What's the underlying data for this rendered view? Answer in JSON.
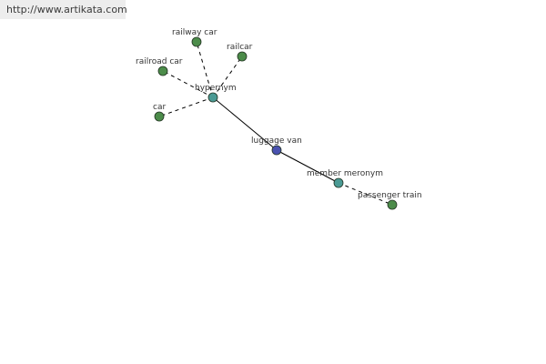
{
  "banner": {
    "url": "http://www.artikata.com"
  },
  "graph": {
    "colors": {
      "center_node": "#4a52b0",
      "relation_node": "#4a9a94",
      "leaf_node": "#4c8c4a",
      "node_stroke": "#223322",
      "edge": "#000000"
    },
    "center": {
      "id": "center",
      "label": "luggage van",
      "kind": "center"
    },
    "relations": [
      {
        "id": "hypernym",
        "label": "hypernym",
        "kind": "relation",
        "edge_style": "solid"
      },
      {
        "id": "member-meronym",
        "label": "member meronym",
        "kind": "relation",
        "edge_style": "solid"
      }
    ],
    "leaves": [
      {
        "id": "railway-car",
        "label": "railway car",
        "parent": "hypernym",
        "edge_style": "dashed"
      },
      {
        "id": "railcar",
        "label": "railcar",
        "parent": "hypernym",
        "edge_style": "dashed"
      },
      {
        "id": "railroad-car",
        "label": "railroad car",
        "parent": "hypernym",
        "edge_style": "dashed"
      },
      {
        "id": "car",
        "label": "car",
        "parent": "hypernym",
        "edge_style": "dashed"
      },
      {
        "id": "passenger-train",
        "label": "passenger train",
        "parent": "member-meronym",
        "edge_style": "dashed"
      }
    ]
  }
}
